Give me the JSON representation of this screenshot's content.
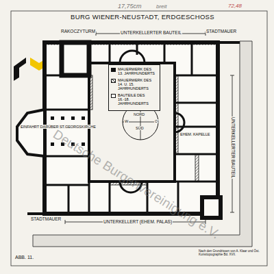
{
  "diagram": {
    "title": "BURG WIENER-NEUSTADT, ERDGESCHOSS",
    "caption": "ABB. 11.",
    "labels": [
      "17,75cm",
      "breit",
      "72,48",
      "RAKOCZYTURM",
      "UNTERKELLERTER BAUTEIL",
      "STADTMAUER",
      "NORD",
      "W",
      "O",
      "SÜD",
      "EHEM. KAPELLE",
      "EINFAHRT DARÜBER ST.GEORGSKIRCHE",
      "UNTERKELLERTER BAUTEIL",
      "STADTMAUER",
      "UNTERKELLERT (EHEM. PALAS)",
      "Nach den Grundrissen von A. Klaar und Öst. Kunsttopographie Bd. XVII.",
      "Deutsche Burgenvereinigung e.V."
    ],
    "legend": [
      {
        "text": "MAUERWERK DES 13. JAHRHUNDERTS",
        "color": "#111111"
      },
      {
        "text": "MAUERWERK DES 14. U. 15. JAHRHUNDERTS"
      },
      {
        "text": "BAUTEILE DES 16.-18. JAHRHUNDERTS"
      }
    ]
  }
}
